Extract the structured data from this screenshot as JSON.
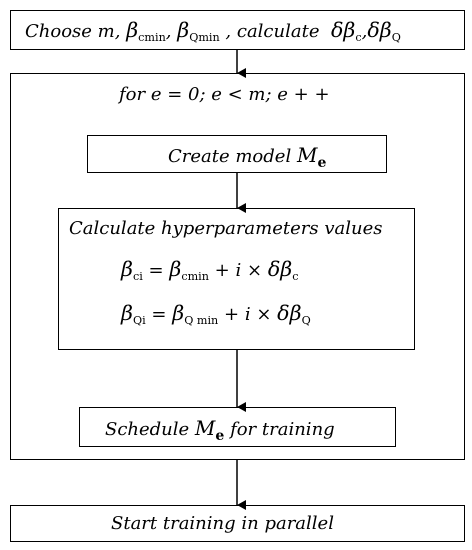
{
  "top_box": {
    "choose": "Choose",
    "m": "m,",
    "beta": "β",
    "cmin_sub": "cmin",
    "qmin_sub": "Qmin",
    "sep": ",",
    "calc": ", calculate",
    "delta_beta": "δβ",
    "c_sub": "c",
    "q_sub": "Q",
    "comma": ","
  },
  "loop_header": "for e = 0; e < m; e + +",
  "create_box": {
    "label": "Create model",
    "M": "M",
    "e_sub": "e"
  },
  "hyper_box": {
    "title": "Calculate hyperparameters values",
    "eq1": {
      "beta": "β",
      "lhs_sub": "ci",
      "eq": "=",
      "rhs_sub": "cmin",
      "plus": "+",
      "i": "i",
      "times": "×",
      "delta": "δβ",
      "d_sub": "c"
    },
    "eq2": {
      "beta": "β",
      "lhs_sub": "Qi",
      "eq": "=",
      "rhs_sub": "Q min",
      "plus": "+",
      "i": "i",
      "times": "×",
      "delta": "δβ",
      "d_sub": "Q"
    }
  },
  "schedule_box": {
    "label": "Schedule",
    "M": "M",
    "e_sub": "e",
    "tail": "for training"
  },
  "bottom_box": {
    "label": "Start training in parallel"
  }
}
